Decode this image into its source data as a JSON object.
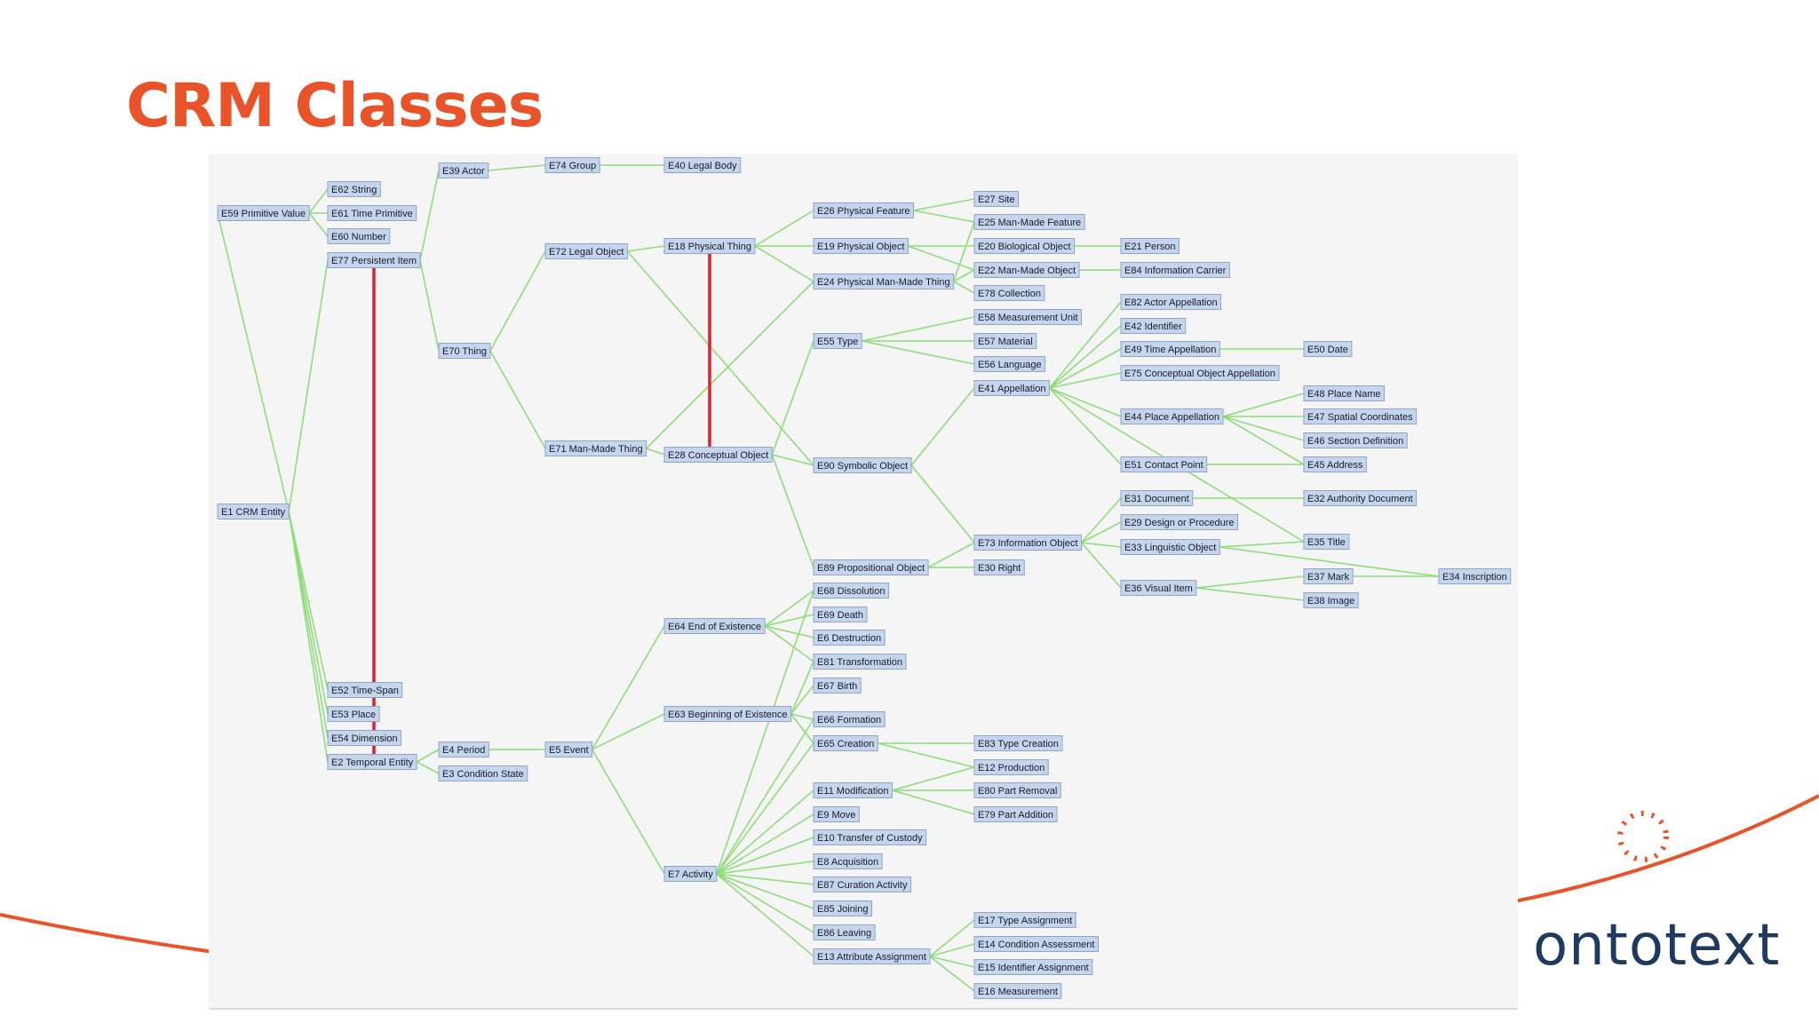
{
  "slide": {
    "title": "CRM Classes"
  },
  "brand": {
    "name": "ontotext",
    "accent": "#e8532a",
    "dark": "#1e3a5f"
  },
  "diagram": {
    "node_fill": "#c4d5ec",
    "edge_color": "#8fdc7a",
    "highlight_color": "#e0202a",
    "nodes": [
      {
        "id": "E59",
        "label": "E59 Primitive Value"
      },
      {
        "id": "E62",
        "label": "E62 String"
      },
      {
        "id": "E61",
        "label": "E61 Time Primitive"
      },
      {
        "id": "E60",
        "label": "E60 Number"
      },
      {
        "id": "E77",
        "label": "E77 Persistent Item"
      },
      {
        "id": "E39",
        "label": "E39 Actor"
      },
      {
        "id": "E74",
        "label": "E74 Group"
      },
      {
        "id": "E40",
        "label": "E40 Legal Body"
      },
      {
        "id": "E70",
        "label": "E70 Thing"
      },
      {
        "id": "E72",
        "label": "E72 Legal Object"
      },
      {
        "id": "E71",
        "label": "E71 Man-Made Thing"
      },
      {
        "id": "E18",
        "label": "E18 Physical Thing"
      },
      {
        "id": "E28",
        "label": "E28 Conceptual Object"
      },
      {
        "id": "E26",
        "label": "E26 Physical Feature"
      },
      {
        "id": "E19",
        "label": "E19 Physical Object"
      },
      {
        "id": "E24",
        "label": "E24 Physical Man-Made Thing"
      },
      {
        "id": "E55",
        "label": "E55 Type"
      },
      {
        "id": "E90",
        "label": "E90 Symbolic Object"
      },
      {
        "id": "E89",
        "label": "E89 Propositional Object"
      },
      {
        "id": "E27",
        "label": "E27 Site"
      },
      {
        "id": "E25",
        "label": "E25 Man-Made Feature"
      },
      {
        "id": "E20",
        "label": "E20 Biological Object"
      },
      {
        "id": "E22",
        "label": "E22 Man-Made Object"
      },
      {
        "id": "E78",
        "label": "E78 Collection"
      },
      {
        "id": "E58",
        "label": "E58 Measurement Unit"
      },
      {
        "id": "E57",
        "label": "E57 Material"
      },
      {
        "id": "E56",
        "label": "E56 Language"
      },
      {
        "id": "E41",
        "label": "E41 Appellation"
      },
      {
        "id": "E73",
        "label": "E73 Information Object"
      },
      {
        "id": "E30",
        "label": "E30 Right"
      },
      {
        "id": "E21",
        "label": "E21 Person"
      },
      {
        "id": "E84",
        "label": "E84 Information Carrier"
      },
      {
        "id": "E82",
        "label": "E82 Actor Appellation"
      },
      {
        "id": "E42",
        "label": "E42 Identifier"
      },
      {
        "id": "E49",
        "label": "E49 Time Appellation"
      },
      {
        "id": "E75",
        "label": "E75 Conceptual Object Appellation"
      },
      {
        "id": "E44",
        "label": "E44 Place Appellation"
      },
      {
        "id": "E51",
        "label": "E51 Contact Point"
      },
      {
        "id": "E31",
        "label": "E31 Document"
      },
      {
        "id": "E29",
        "label": "E29 Design or Procedure"
      },
      {
        "id": "E33",
        "label": "E33 Linguistic Object"
      },
      {
        "id": "E36",
        "label": "E36 Visual Item"
      },
      {
        "id": "E50",
        "label": "E50 Date"
      },
      {
        "id": "E48",
        "label": "E48 Place Name"
      },
      {
        "id": "E47",
        "label": "E47 Spatial Coordinates"
      },
      {
        "id": "E46",
        "label": "E46 Section Definition"
      },
      {
        "id": "E45",
        "label": "E45 Address"
      },
      {
        "id": "E32",
        "label": "E32 Authority Document"
      },
      {
        "id": "E35",
        "label": "E35 Title"
      },
      {
        "id": "E37",
        "label": "E37 Mark"
      },
      {
        "id": "E38",
        "label": "E38 Image"
      },
      {
        "id": "E34",
        "label": "E34 Inscription"
      },
      {
        "id": "E1",
        "label": "E1 CRM Entity"
      },
      {
        "id": "E52",
        "label": "E52 Time-Span"
      },
      {
        "id": "E53",
        "label": "E53 Place"
      },
      {
        "id": "E54",
        "label": "E54 Dimension"
      },
      {
        "id": "E2",
        "label": "E2 Temporal Entity"
      },
      {
        "id": "E4",
        "label": "E4 Period"
      },
      {
        "id": "E3",
        "label": "E3 Condition State"
      },
      {
        "id": "E5",
        "label": "E5 Event"
      },
      {
        "id": "E64",
        "label": "E64 End of Existence"
      },
      {
        "id": "E63",
        "label": "E63 Beginning of Existence"
      },
      {
        "id": "E7",
        "label": "E7 Activity"
      },
      {
        "id": "E68",
        "label": "E68 Dissolution"
      },
      {
        "id": "E69",
        "label": "E69 Death"
      },
      {
        "id": "E6",
        "label": "E6 Destruction"
      },
      {
        "id": "E81",
        "label": "E81 Transformation"
      },
      {
        "id": "E67",
        "label": "E67 Birth"
      },
      {
        "id": "E66",
        "label": "E66 Formation"
      },
      {
        "id": "E65",
        "label": "E65 Creation"
      },
      {
        "id": "E11",
        "label": "E11 Modification"
      },
      {
        "id": "E9",
        "label": "E9 Move"
      },
      {
        "id": "E10",
        "label": "E10 Transfer of Custody"
      },
      {
        "id": "E8",
        "label": "E8 Acquisition"
      },
      {
        "id": "E87",
        "label": "E87 Curation Activity"
      },
      {
        "id": "E85",
        "label": "E85 Joining"
      },
      {
        "id": "E86",
        "label": "E86 Leaving"
      },
      {
        "id": "E13",
        "label": "E13 Attribute Assignment"
      },
      {
        "id": "E83",
        "label": "E83 Type Creation"
      },
      {
        "id": "E12",
        "label": "E12 Production"
      },
      {
        "id": "E80",
        "label": "E80 Part Removal"
      },
      {
        "id": "E79",
        "label": "E79 Part Addition"
      },
      {
        "id": "E17",
        "label": "E17 Type Assignment"
      },
      {
        "id": "E14",
        "label": "E14 Condition Assessment"
      },
      {
        "id": "E15",
        "label": "E15 Identifier Assignment"
      },
      {
        "id": "E16",
        "label": "E16 Measurement"
      }
    ],
    "edges": [
      [
        "E1",
        "E59"
      ],
      [
        "E1",
        "E77"
      ],
      [
        "E1",
        "E52"
      ],
      [
        "E1",
        "E53"
      ],
      [
        "E1",
        "E54"
      ],
      [
        "E1",
        "E2"
      ],
      [
        "E59",
        "E62"
      ],
      [
        "E59",
        "E61"
      ],
      [
        "E59",
        "E60"
      ],
      [
        "E77",
        "E39"
      ],
      [
        "E77",
        "E70"
      ],
      [
        "E39",
        "E74"
      ],
      [
        "E74",
        "E40"
      ],
      [
        "E70",
        "E72"
      ],
      [
        "E70",
        "E71"
      ],
      [
        "E72",
        "E18"
      ],
      [
        "E72",
        "E90"
      ],
      [
        "E71",
        "E24"
      ],
      [
        "E71",
        "E28"
      ],
      [
        "E18",
        "E26"
      ],
      [
        "E18",
        "E19"
      ],
      [
        "E18",
        "E24"
      ],
      [
        "E28",
        "E55"
      ],
      [
        "E28",
        "E89"
      ],
      [
        "E28",
        "E90"
      ],
      [
        "E26",
        "E27"
      ],
      [
        "E26",
        "E25"
      ],
      [
        "E19",
        "E20"
      ],
      [
        "E19",
        "E22"
      ],
      [
        "E24",
        "E25"
      ],
      [
        "E24",
        "E22"
      ],
      [
        "E24",
        "E78"
      ],
      [
        "E55",
        "E58"
      ],
      [
        "E55",
        "E57"
      ],
      [
        "E55",
        "E56"
      ],
      [
        "E90",
        "E41"
      ],
      [
        "E90",
        "E73"
      ],
      [
        "E89",
        "E73"
      ],
      [
        "E89",
        "E30"
      ],
      [
        "E20",
        "E21"
      ],
      [
        "E22",
        "E84"
      ],
      [
        "E41",
        "E82"
      ],
      [
        "E41",
        "E42"
      ],
      [
        "E41",
        "E49"
      ],
      [
        "E41",
        "E75"
      ],
      [
        "E41",
        "E44"
      ],
      [
        "E41",
        "E51"
      ],
      [
        "E41",
        "E35"
      ],
      [
        "E49",
        "E50"
      ],
      [
        "E44",
        "E48"
      ],
      [
        "E44",
        "E47"
      ],
      [
        "E44",
        "E46"
      ],
      [
        "E44",
        "E45"
      ],
      [
        "E51",
        "E45"
      ],
      [
        "E73",
        "E31"
      ],
      [
        "E73",
        "E29"
      ],
      [
        "E73",
        "E33"
      ],
      [
        "E73",
        "E36"
      ],
      [
        "E31",
        "E32"
      ],
      [
        "E33",
        "E35"
      ],
      [
        "E33",
        "E34"
      ],
      [
        "E36",
        "E37"
      ],
      [
        "E36",
        "E38"
      ],
      [
        "E37",
        "E34"
      ],
      [
        "E2",
        "E4"
      ],
      [
        "E2",
        "E3"
      ],
      [
        "E4",
        "E5"
      ],
      [
        "E5",
        "E64"
      ],
      [
        "E5",
        "E63"
      ],
      [
        "E5",
        "E7"
      ],
      [
        "E64",
        "E68"
      ],
      [
        "E64",
        "E69"
      ],
      [
        "E64",
        "E6"
      ],
      [
        "E64",
        "E81"
      ],
      [
        "E63",
        "E81"
      ],
      [
        "E63",
        "E67"
      ],
      [
        "E63",
        "E66"
      ],
      [
        "E63",
        "E65"
      ],
      [
        "E7",
        "E66"
      ],
      [
        "E7",
        "E65"
      ],
      [
        "E7",
        "E68"
      ],
      [
        "E7",
        "E11"
      ],
      [
        "E7",
        "E9"
      ],
      [
        "E7",
        "E10"
      ],
      [
        "E7",
        "E8"
      ],
      [
        "E7",
        "E87"
      ],
      [
        "E7",
        "E85"
      ],
      [
        "E7",
        "E86"
      ],
      [
        "E7",
        "E13"
      ],
      [
        "E65",
        "E83"
      ],
      [
        "E65",
        "E12"
      ],
      [
        "E11",
        "E12"
      ],
      [
        "E11",
        "E80"
      ],
      [
        "E11",
        "E79"
      ],
      [
        "E13",
        "E17"
      ],
      [
        "E13",
        "E14"
      ],
      [
        "E13",
        "E15"
      ],
      [
        "E13",
        "E16"
      ]
    ],
    "highlight_links": [
      [
        "E77",
        "E2"
      ],
      [
        "E18",
        "E28"
      ]
    ]
  }
}
